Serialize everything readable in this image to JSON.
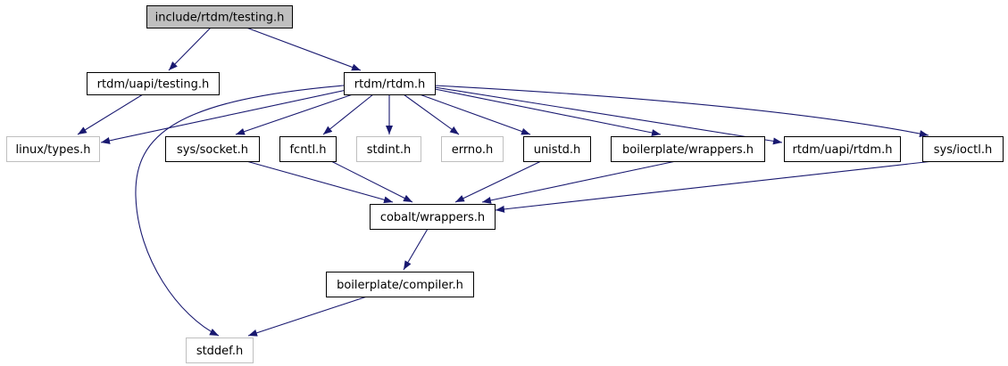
{
  "graph": {
    "nodes": [
      {
        "id": "testing_h",
        "label": "include/rtdm/testing.h",
        "style": "root"
      },
      {
        "id": "uapi_testing_h",
        "label": "rtdm/uapi/testing.h",
        "style": "normal"
      },
      {
        "id": "rtdm_h",
        "label": "rtdm/rtdm.h",
        "style": "normal"
      },
      {
        "id": "linux_types_h",
        "label": "linux/types.h",
        "style": "external"
      },
      {
        "id": "sys_socket_h",
        "label": "sys/socket.h",
        "style": "normal"
      },
      {
        "id": "fcntl_h",
        "label": "fcntl.h",
        "style": "normal"
      },
      {
        "id": "stdint_h",
        "label": "stdint.h",
        "style": "external"
      },
      {
        "id": "errno_h",
        "label": "errno.h",
        "style": "external"
      },
      {
        "id": "unistd_h",
        "label": "unistd.h",
        "style": "normal"
      },
      {
        "id": "bp_wrappers_h",
        "label": "boilerplate/wrappers.h",
        "style": "normal"
      },
      {
        "id": "uapi_rtdm_h",
        "label": "rtdm/uapi/rtdm.h",
        "style": "normal"
      },
      {
        "id": "sys_ioctl_h",
        "label": "sys/ioctl.h",
        "style": "normal"
      },
      {
        "id": "cobalt_wrappers_h",
        "label": "cobalt/wrappers.h",
        "style": "normal"
      },
      {
        "id": "bp_compiler_h",
        "label": "boilerplate/compiler.h",
        "style": "normal"
      },
      {
        "id": "stddef_h",
        "label": "stddef.h",
        "style": "external"
      }
    ],
    "edges": [
      {
        "from": "testing_h",
        "to": "uapi_testing_h"
      },
      {
        "from": "testing_h",
        "to": "rtdm_h"
      },
      {
        "from": "uapi_testing_h",
        "to": "linux_types_h"
      },
      {
        "from": "rtdm_h",
        "to": "linux_types_h"
      },
      {
        "from": "rtdm_h",
        "to": "stddef_h"
      },
      {
        "from": "rtdm_h",
        "to": "sys_socket_h"
      },
      {
        "from": "rtdm_h",
        "to": "fcntl_h"
      },
      {
        "from": "rtdm_h",
        "to": "stdint_h"
      },
      {
        "from": "rtdm_h",
        "to": "errno_h"
      },
      {
        "from": "rtdm_h",
        "to": "unistd_h"
      },
      {
        "from": "rtdm_h",
        "to": "bp_wrappers_h"
      },
      {
        "from": "rtdm_h",
        "to": "uapi_rtdm_h"
      },
      {
        "from": "rtdm_h",
        "to": "sys_ioctl_h"
      },
      {
        "from": "sys_socket_h",
        "to": "cobalt_wrappers_h"
      },
      {
        "from": "fcntl_h",
        "to": "cobalt_wrappers_h"
      },
      {
        "from": "unistd_h",
        "to": "cobalt_wrappers_h"
      },
      {
        "from": "bp_wrappers_h",
        "to": "cobalt_wrappers_h"
      },
      {
        "from": "sys_ioctl_h",
        "to": "cobalt_wrappers_h"
      },
      {
        "from": "cobalt_wrappers_h",
        "to": "bp_compiler_h"
      },
      {
        "from": "bp_compiler_h",
        "to": "stddef_h"
      }
    ],
    "colors": {
      "edge": "#191970",
      "border_normal": "#000000",
      "border_external": "#bfbfbf",
      "root_fill": "#bfbfbf",
      "node_fill": "#ffffff"
    }
  }
}
